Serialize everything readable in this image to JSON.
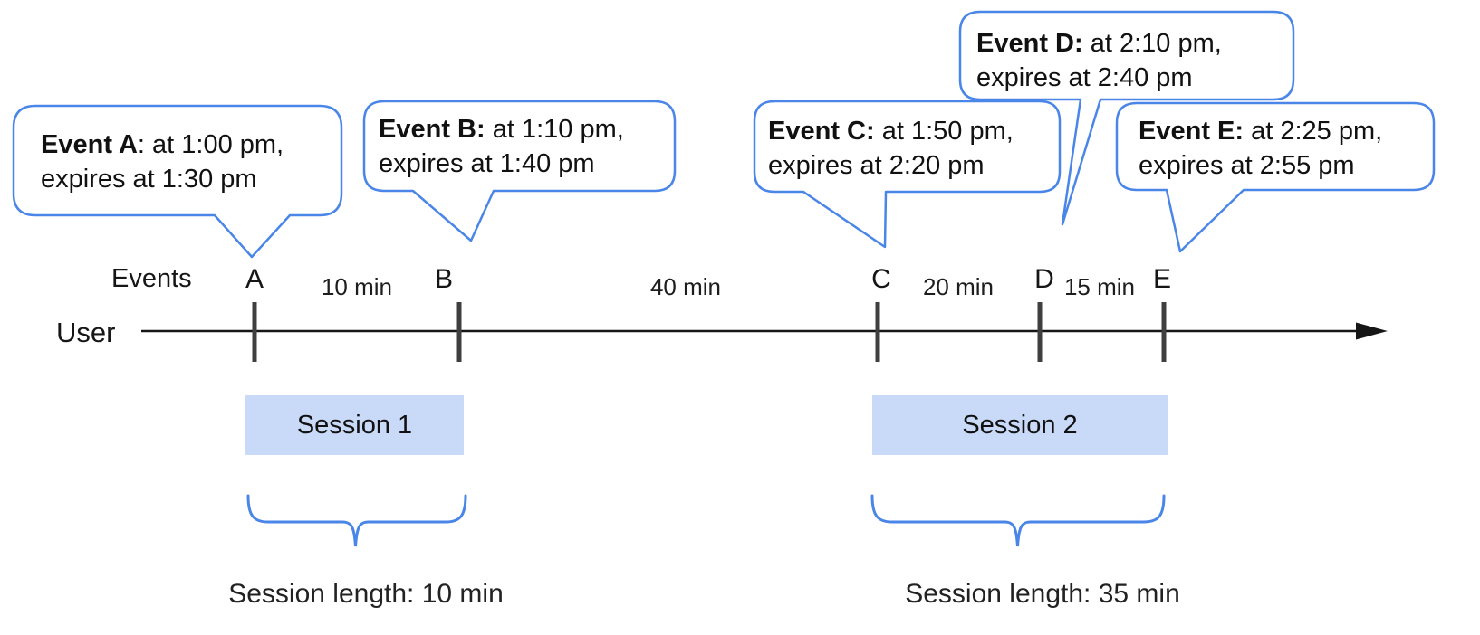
{
  "bubbles": [
    {
      "id": "A",
      "bold": "Event A",
      "rest": ": at 1:00 pm,",
      "line2": "expires at 1:30 pm"
    },
    {
      "id": "B",
      "bold": "Event B:",
      "rest": " at 1:10 pm,",
      "line2": "expires at 1:40 pm"
    },
    {
      "id": "C",
      "bold": "Event C:",
      "rest": " at 1:50 pm,",
      "line2": "expires at 2:20 pm"
    },
    {
      "id": "D",
      "bold": "Event D:",
      "rest": " at 2:10 pm,",
      "line2": "expires at 2:40 pm"
    },
    {
      "id": "E",
      "bold": "Event E:",
      "rest": " at 2:25 pm,",
      "line2": "expires at 2:55 pm"
    }
  ],
  "timeline": {
    "events_label": "Events",
    "user_label": "User",
    "marks": [
      "A",
      "B",
      "C",
      "D",
      "E"
    ],
    "intervals": [
      "10 min",
      "40 min",
      "20 min",
      "15 min"
    ]
  },
  "sessions": [
    {
      "label": "Session 1",
      "length": "Session length: 10 min"
    },
    {
      "label": "Session 2",
      "length": "Session length: 35 min"
    }
  ],
  "colors": {
    "bubble_border": "#4a86e8",
    "bubble_fill": "#ffffff",
    "session_fill": "#c9daf8",
    "brace": "#4a86e8",
    "timeline_line": "#161616",
    "tick": "#3f3f3f",
    "text": "#111111"
  }
}
